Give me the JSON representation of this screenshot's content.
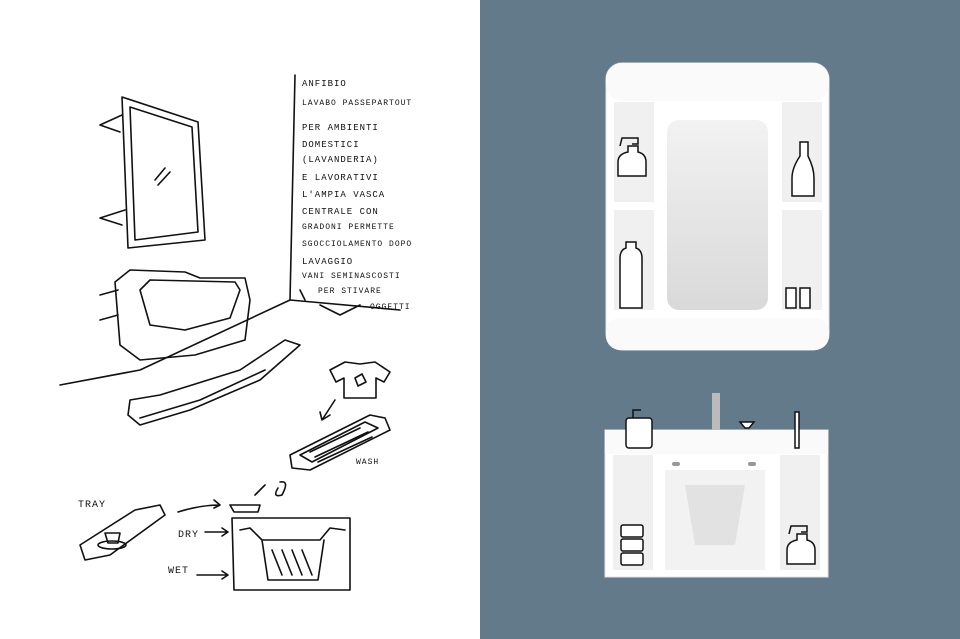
{
  "sketch": {
    "notes": [
      "ANFIBIO",
      "LAVABO PASSEPARTOUT",
      "PER AMBIENTI",
      "DOMESTICI",
      "(LAVANDERIA)",
      "E LAVORATIVI",
      "L'AMPIA VASCA",
      "CENTRALE CON",
      "GRADONI PERMETTE",
      "SGOCCIOLAMENTO DOPO",
      "LAVAGGIO",
      "VANI SEMINASCOSTI",
      "PER STIVARE",
      "OGGETTI"
    ],
    "labels": {
      "tray": "TRAY",
      "dry": "DRY",
      "wet": "WET",
      "wash": "WASH"
    }
  },
  "render": {
    "background": "#637a8a",
    "unit_color": "#ffffff"
  }
}
